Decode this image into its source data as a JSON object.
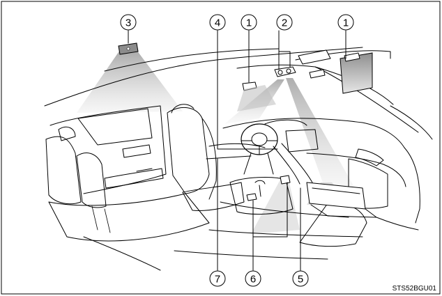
{
  "callouts": {
    "c1a": "1",
    "c1b": "1",
    "c2": "2",
    "c3": "3",
    "c4": "4",
    "c5": "5",
    "c6": "6",
    "c7": "7"
  },
  "reference_code": "STS52BGU01",
  "colors": {
    "line": "#000000",
    "light_beam": "#b4b4b4",
    "lamp_fill": "#8c8c8c",
    "background": "#ffffff"
  }
}
